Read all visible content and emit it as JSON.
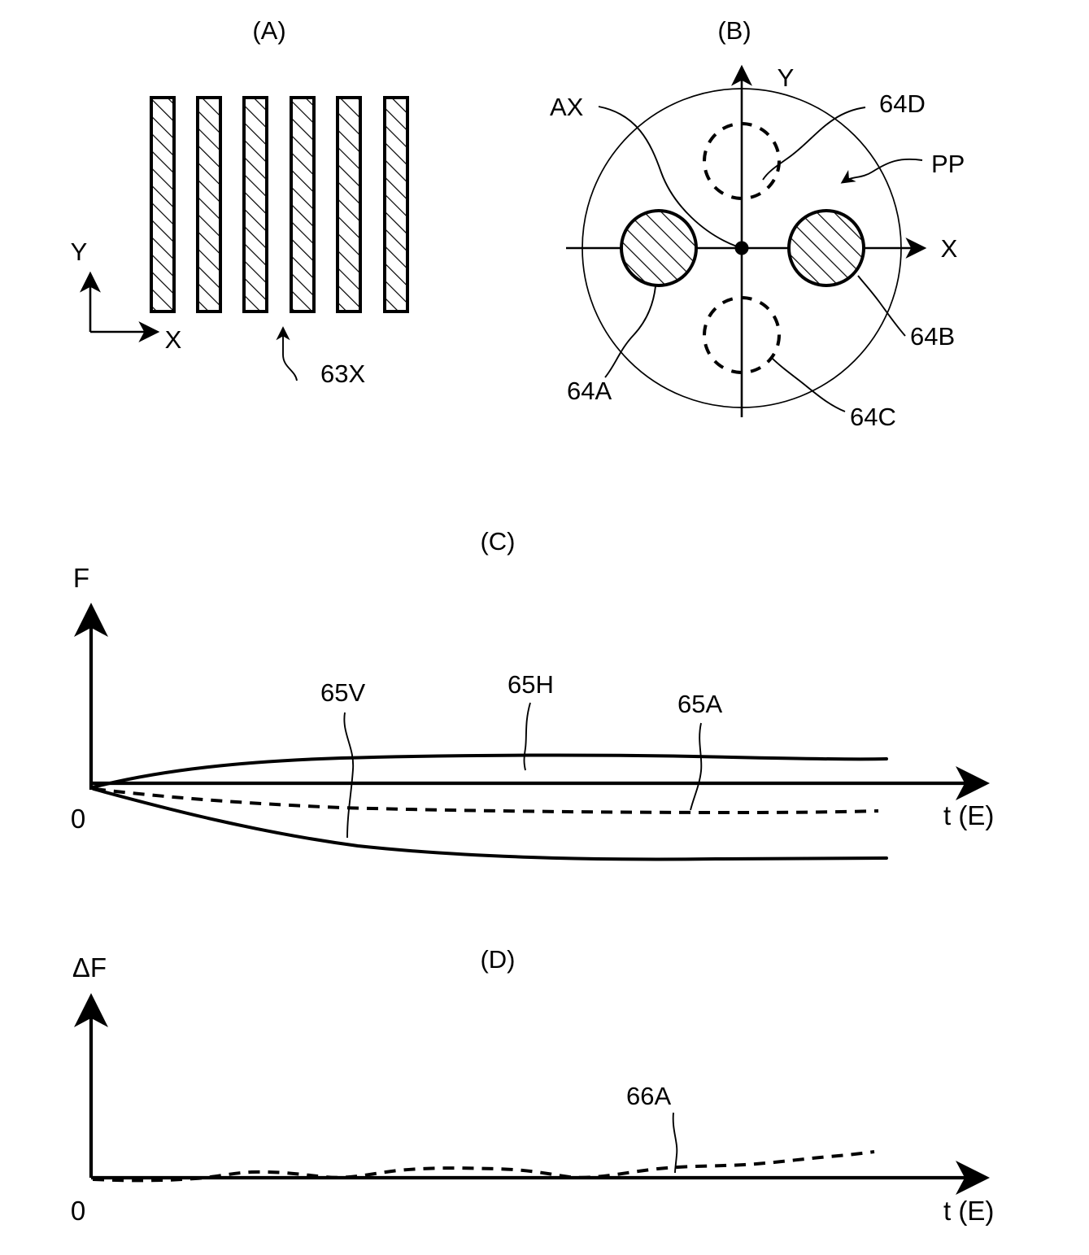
{
  "figure": {
    "panels": [
      {
        "id": "A",
        "label": "(A)"
      },
      {
        "id": "B",
        "label": "(B)"
      },
      {
        "id": "C",
        "label": "(C)"
      },
      {
        "id": "D",
        "label": "(D)"
      }
    ]
  },
  "panel_a": {
    "label": "(A)",
    "axis_x_label": "X",
    "axis_y_label": "Y",
    "ref_label": "63X",
    "bar_count": 6
  },
  "panel_b": {
    "label": "(B)",
    "axis_x_label": "X",
    "axis_y_label": "Y",
    "ref_ax": "AX",
    "ref_pp": "PP",
    "ref_64a": "64A",
    "ref_64b": "64B",
    "ref_64c": "64C",
    "ref_64d": "64D"
  },
  "panel_c": {
    "label": "(C)",
    "axis_y_label": "F",
    "axis_x_label": "t (E)",
    "origin_label": "0",
    "ref_65v": "65V",
    "ref_65h": "65H",
    "ref_65a": "65A"
  },
  "panel_d": {
    "label": "(D)",
    "axis_y_label": "ΔF",
    "axis_x_label": "t (E)",
    "origin_label": "0",
    "ref_66a": "66A"
  },
  "colors": {
    "ink": "#000000",
    "paper": "#ffffff"
  },
  "chart_data": [
    {
      "id": "panel_c",
      "type": "line",
      "title": "(C)",
      "xlabel": "t (E)",
      "ylabel": "F",
      "grid": false,
      "legend": "inline-annotations",
      "xlim": [
        0,
        1
      ],
      "ylim": [
        -1,
        1
      ],
      "annotations": [
        "65V",
        "65H",
        "65A"
      ],
      "series": [
        {
          "name": "65H",
          "style": "solid",
          "comment": "upper solid curve rising from origin, saturating positive",
          "x": [
            0,
            0.08,
            0.17,
            0.27,
            0.38,
            0.5,
            0.62,
            0.74,
            0.86,
            1.0
          ],
          "values": [
            0,
            0.11,
            0.19,
            0.25,
            0.29,
            0.31,
            0.33,
            0.345,
            0.355,
            0.36
          ]
        },
        {
          "name": "65A",
          "style": "dashed",
          "comment": "dashed curve falling slightly below axis, saturating",
          "x": [
            0,
            0.08,
            0.17,
            0.27,
            0.38,
            0.5,
            0.62,
            0.74,
            0.86,
            1.0
          ],
          "values": [
            0,
            -0.05,
            -0.09,
            -0.12,
            -0.14,
            -0.155,
            -0.165,
            -0.17,
            -0.175,
            -0.18
          ]
        },
        {
          "name": "65V",
          "style": "solid",
          "comment": "lower solid curve falling from origin, saturating negative",
          "x": [
            0,
            0.08,
            0.17,
            0.27,
            0.38,
            0.5,
            0.62,
            0.74,
            0.86,
            1.0
          ],
          "values": [
            0,
            -0.2,
            -0.36,
            -0.5,
            -0.61,
            -0.69,
            -0.74,
            -0.77,
            -0.79,
            -0.8
          ]
        },
        {
          "name": "zero-axis-line",
          "style": "solid",
          "comment": "horizontal axis line at F = 0",
          "x": [
            0,
            1
          ],
          "values": [
            0,
            0
          ]
        }
      ]
    },
    {
      "id": "panel_d",
      "type": "line",
      "title": "(D)",
      "xlabel": "t (E)",
      "ylabel": "ΔF",
      "grid": false,
      "legend": "inline-annotations",
      "xlim": [
        0,
        1
      ],
      "ylim": [
        0,
        1
      ],
      "annotations": [
        "66A"
      ],
      "series": [
        {
          "name": "66A",
          "style": "dashed",
          "comment": "nearly flat dashed trace hugging the axis, drifting slightly upward",
          "x": [
            0,
            0.06,
            0.12,
            0.18,
            0.24,
            0.3,
            0.36,
            0.42,
            0.48,
            0.54,
            0.6,
            0.66,
            0.72,
            0.78,
            0.84,
            0.9
          ],
          "values": [
            0.0,
            -0.004,
            -0.006,
            0.004,
            0.006,
            0.0,
            0.016,
            0.018,
            0.014,
            0.002,
            0.008,
            0.016,
            0.02,
            0.03,
            0.038,
            0.046
          ]
        }
      ]
    }
  ]
}
